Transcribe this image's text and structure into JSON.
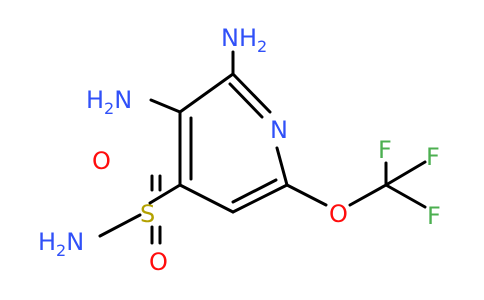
{
  "atoms": {
    "amine_top": {
      "main": "NH",
      "sub": "2"
    },
    "amine_left": {
      "main": "H",
      "sub": "2",
      "tail": "N"
    },
    "ring_nitrogen": "N",
    "sulfonyl_sulfur": "S",
    "sulfonyl_oxygen_top": "O",
    "sulfonyl_oxygen_bottom": "O",
    "sulfonamide_nitrogen": {
      "main": "H",
      "sub": "2",
      "tail": "N"
    },
    "ether_oxygen": "O",
    "fluorine_top": "F",
    "fluorine_right": "F",
    "fluorine_bottom": "F"
  },
  "colors": {
    "bond": "#000000",
    "nitrogen": "#3050f8",
    "oxygen": "#ff0d0d",
    "sulfur": "#b3a100",
    "fluorine": "#4caf50"
  }
}
